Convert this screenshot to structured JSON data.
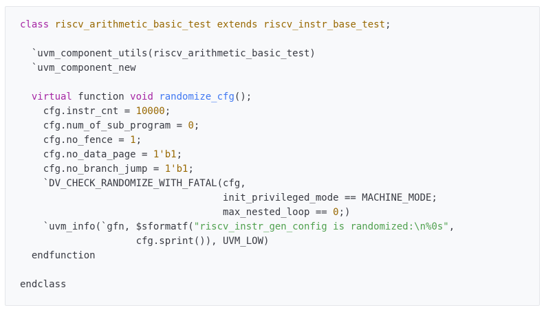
{
  "lines": [
    [
      {
        "t": "class",
        "c": "kw"
      },
      {
        "t": " ",
        "c": "pl"
      },
      {
        "t": "riscv_arithmetic_basic_test",
        "c": "ty"
      },
      {
        "t": " ",
        "c": "pl"
      },
      {
        "t": "extends",
        "c": "ty"
      },
      {
        "t": " ",
        "c": "pl"
      },
      {
        "t": "riscv_instr_base_test",
        "c": "ty"
      },
      {
        "t": ";",
        "c": "pl"
      }
    ],
    [],
    [
      {
        "t": "  `uvm_component_utils(riscv_arithmetic_basic_test)",
        "c": "pl"
      }
    ],
    [
      {
        "t": "  `uvm_component_new",
        "c": "pl"
      }
    ],
    [],
    [
      {
        "t": "  ",
        "c": "pl"
      },
      {
        "t": "virtual",
        "c": "kw"
      },
      {
        "t": " function ",
        "c": "pl"
      },
      {
        "t": "void",
        "c": "kw"
      },
      {
        "t": " ",
        "c": "pl"
      },
      {
        "t": "randomize_cfg",
        "c": "fn"
      },
      {
        "t": "();",
        "c": "pl"
      }
    ],
    [
      {
        "t": "    cfg.instr_cnt = ",
        "c": "pl"
      },
      {
        "t": "10000",
        "c": "num"
      },
      {
        "t": ";",
        "c": "pl"
      }
    ],
    [
      {
        "t": "    cfg.num_of_sub_program = ",
        "c": "pl"
      },
      {
        "t": "0",
        "c": "num"
      },
      {
        "t": ";",
        "c": "pl"
      }
    ],
    [
      {
        "t": "    cfg.no_fence = ",
        "c": "pl"
      },
      {
        "t": "1",
        "c": "num"
      },
      {
        "t": ";",
        "c": "pl"
      }
    ],
    [
      {
        "t": "    cfg.no_data_page = ",
        "c": "pl"
      },
      {
        "t": "1'b1",
        "c": "num"
      },
      {
        "t": ";",
        "c": "pl"
      }
    ],
    [
      {
        "t": "    cfg.no_branch_jump = ",
        "c": "pl"
      },
      {
        "t": "1'b1",
        "c": "num"
      },
      {
        "t": ";",
        "c": "pl"
      }
    ],
    [
      {
        "t": "    `DV_CHECK_RANDOMIZE_WITH_FATAL(cfg,",
        "c": "pl"
      }
    ],
    [
      {
        "t": "                                   init_privileged_mode == MACHINE_MODE;",
        "c": "pl"
      }
    ],
    [
      {
        "t": "                                   max_nested_loop == ",
        "c": "pl"
      },
      {
        "t": "0",
        "c": "num"
      },
      {
        "t": ";)",
        "c": "pl"
      }
    ],
    [
      {
        "t": "    `uvm_info(`gfn, $sformatf(",
        "c": "pl"
      },
      {
        "t": "\"riscv_instr_gen_config is randomized:\\n%0s\"",
        "c": "str"
      },
      {
        "t": ",",
        "c": "pl"
      }
    ],
    [
      {
        "t": "                    cfg.sprint()), UVM_LOW)",
        "c": "pl"
      }
    ],
    [
      {
        "t": "  endfunction",
        "c": "pl"
      }
    ],
    [],
    [
      {
        "t": "endclass",
        "c": "pl"
      }
    ]
  ],
  "colors": {
    "keyword": "#a626a4",
    "type": "#986801",
    "number": "#986801",
    "function": "#4078f2",
    "string": "#50a14f",
    "plain": "#383a42",
    "background": "#f8f9fb"
  }
}
